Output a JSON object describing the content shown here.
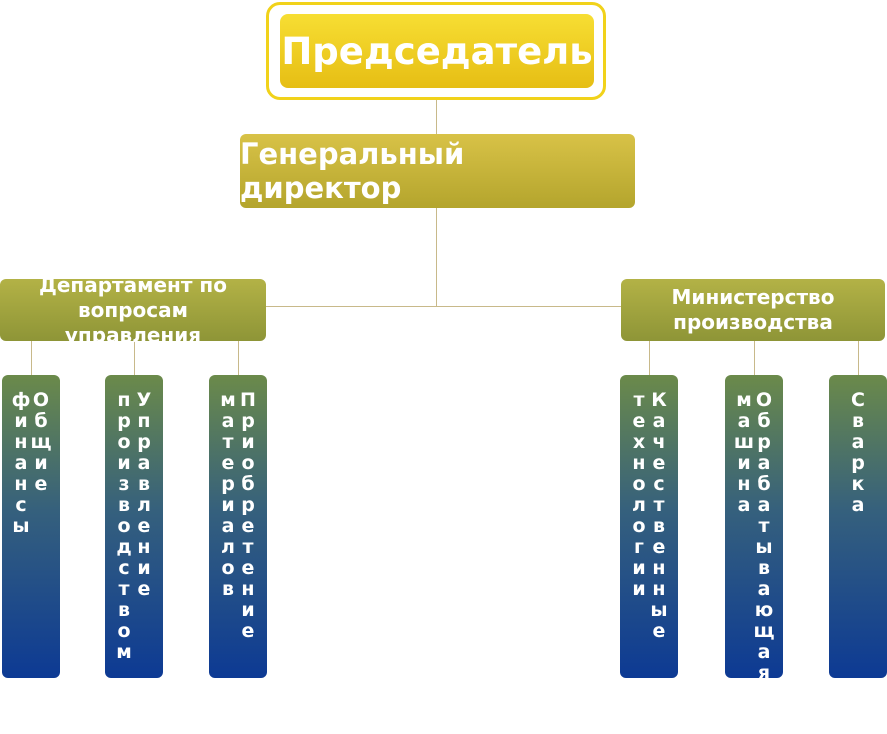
{
  "chairman": "Председатель",
  "general_director": "Генеральный директор",
  "departments": [
    {
      "label": "Департамент по вопросам управления",
      "units": [
        {
          "label": "Общие финансы"
        },
        {
          "label": "Управление производством"
        },
        {
          "label": "Приобретение материалов"
        }
      ]
    },
    {
      "label": "Министерство производства",
      "units": [
        {
          "label": "Качественные технологии"
        },
        {
          "label": "Обрабатывающая машина"
        },
        {
          "label": "Сварка"
        }
      ]
    }
  ]
}
